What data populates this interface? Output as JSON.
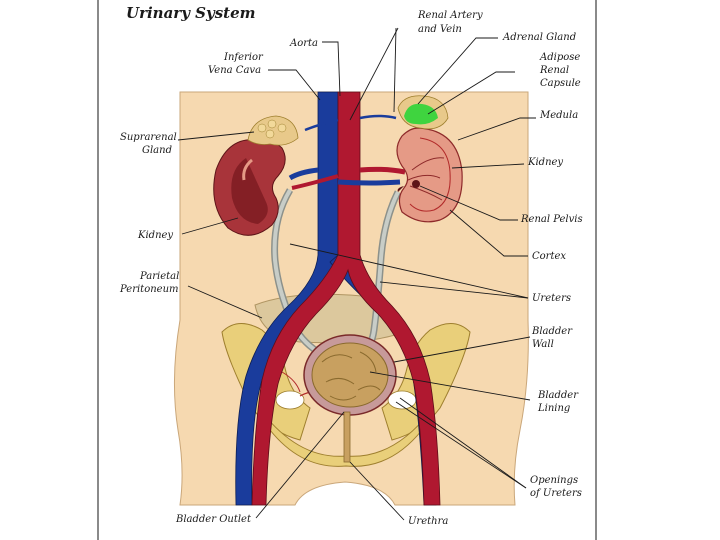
{
  "title": "Urinary System",
  "labels": {
    "aorta": "Aorta",
    "inferior_vena_cava_1": "Inferior",
    "inferior_vena_cava_2": "Vena Cava",
    "renal_artery_vein_1": "Renal Artery",
    "renal_artery_vein_2": "and Vein",
    "adrenal_gland": "Adrenal Gland",
    "adipose_1": "Adipose",
    "adipose_2": "Renal",
    "adipose_3": "Capsule",
    "suprarenal_1": "Suprarenal",
    "suprarenal_2": "Gland",
    "medula": "Medula",
    "kidney_right": "Kidney",
    "kidney_left": "Kidney",
    "renal_pelvis": "Renal Pelvis",
    "cortex": "Cortex",
    "parietal_1": "Parietal",
    "parietal_2": "Peritoneum",
    "ureters": "Ureters",
    "bladder_wall_1": "Bladder",
    "bladder_wall_2": "Wall",
    "bladder_lining_1": "Bladder",
    "bladder_lining_2": "Lining",
    "openings_1": "Openings",
    "openings_2": "of Ureters",
    "bladder_outlet": "Bladder Outlet",
    "urethra": "Urethra"
  },
  "colors": {
    "skin": "#f6d9b0",
    "artery": "#b01830",
    "vein": "#1a3c9c",
    "ureter": "#b9bfb8",
    "kidney": "#a8343a",
    "kidney_cut": "#e59a86",
    "adrenal": "#e8c98a",
    "medula_green": "#3fd43f",
    "bladder": "#c8a060",
    "bone": "#e9cf7a",
    "peritoneum": "#d8c69a"
  }
}
